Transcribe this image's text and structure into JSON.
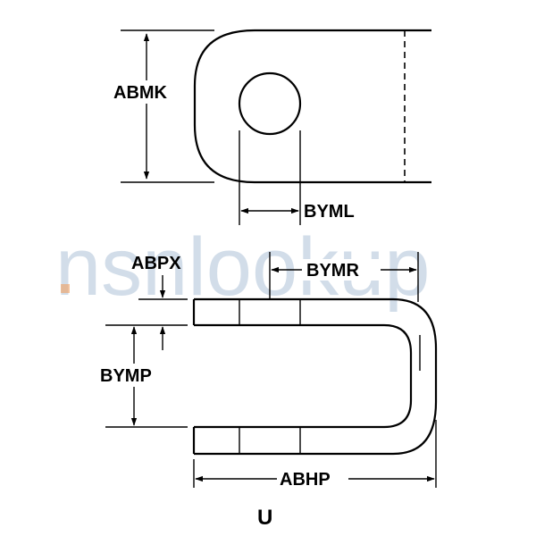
{
  "watermark": {
    "text": "nsnlookup",
    "accent_color": "#f0a060",
    "text_color": "#7f9fbf"
  },
  "labels": {
    "abmk": "ABMK",
    "byml": "BYML",
    "abpx": "ABPX",
    "bymr": "BYMR",
    "bymp": "BYMP",
    "abhp": "ABHP"
  },
  "caption": "U"
}
